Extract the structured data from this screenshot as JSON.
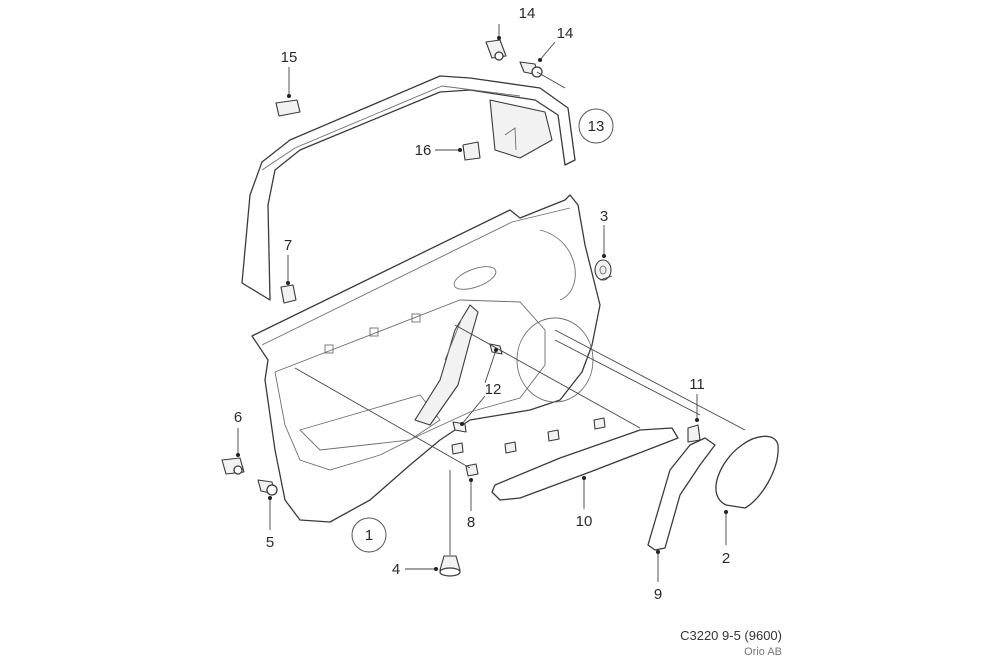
{
  "callouts": [
    {
      "id": "1",
      "label": "1",
      "circled": true
    },
    {
      "id": "2",
      "label": "2"
    },
    {
      "id": "3",
      "label": "3"
    },
    {
      "id": "4",
      "label": "4"
    },
    {
      "id": "5",
      "label": "5"
    },
    {
      "id": "6",
      "label": "6"
    },
    {
      "id": "7",
      "label": "7"
    },
    {
      "id": "8",
      "label": "8"
    },
    {
      "id": "9",
      "label": "9"
    },
    {
      "id": "10",
      "label": "10"
    },
    {
      "id": "11",
      "label": "11"
    },
    {
      "id": "12",
      "label": "12"
    },
    {
      "id": "13",
      "label": "13",
      "circled": true
    },
    {
      "id": "14a",
      "label": "14"
    },
    {
      "id": "14b",
      "label": "14"
    },
    {
      "id": "15",
      "label": "15"
    },
    {
      "id": "16",
      "label": "16"
    }
  ],
  "caption": {
    "code": "C3220 9-5 (9600)",
    "publisher": "Orio AB"
  },
  "colors": {
    "line": "#3a3a3a",
    "background": "#ffffff"
  }
}
